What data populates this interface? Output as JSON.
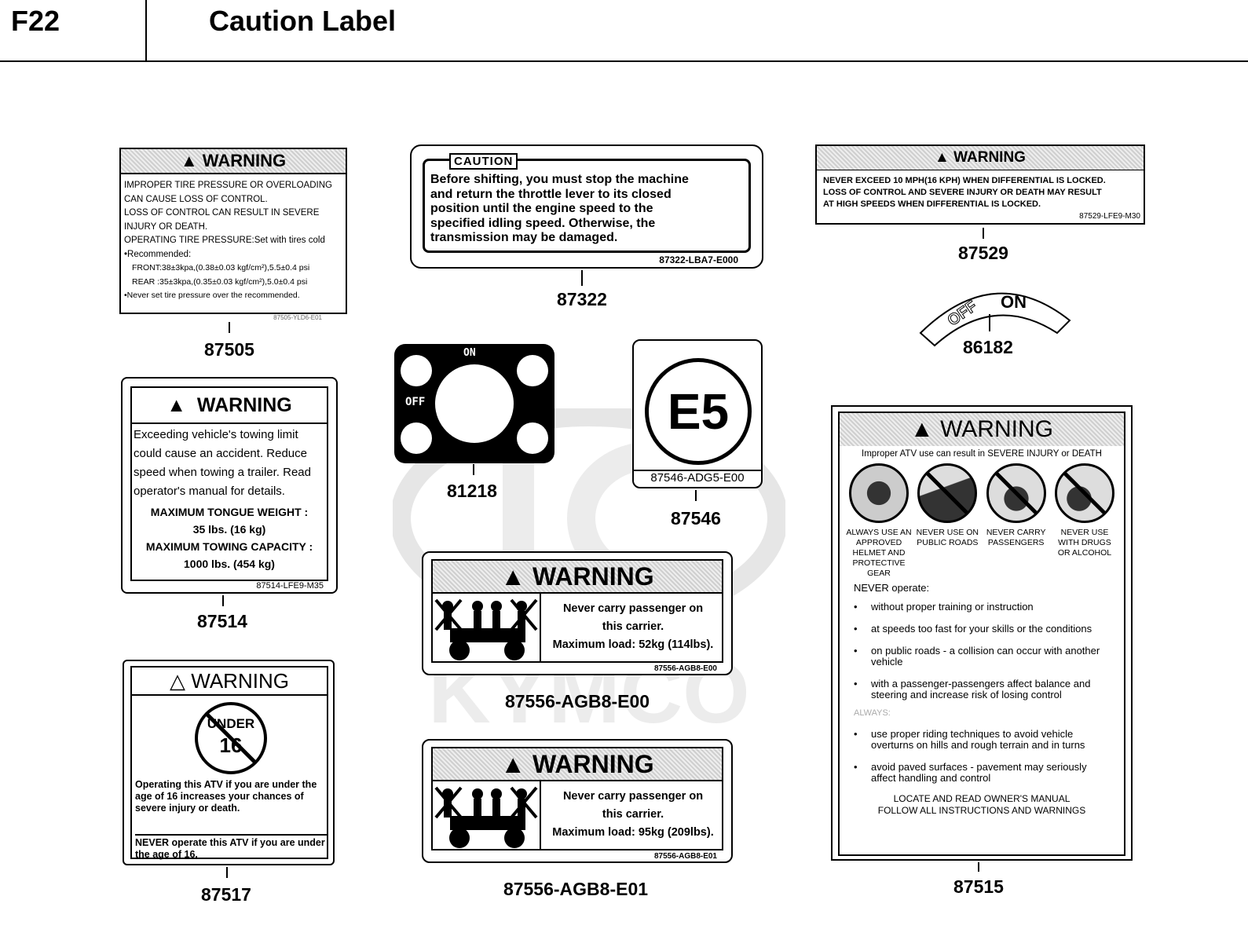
{
  "header": {
    "code": "F22",
    "title": "Caution Label"
  },
  "watermark": {
    "brand": "KYMCO"
  },
  "labels": {
    "l87505": {
      "part": "87505",
      "heading": "WARNING",
      "lines": [
        "IMPROPER TIRE PRESSURE OR OVERLOADING",
        "CAN CAUSE LOSS OF CONTROL.",
        "LOSS OF CONTROL CAN RESULT IN SEVERE",
        "INJURY OR DEATH.",
        "OPERATING TIRE PRESSURE:Set with tires cold",
        "•Recommended:",
        "FRONT:38±3kpa,(0.38±0.03 kgf/cm²),5.5±0.4 psi",
        "REAR :35±3kpa,(0.35±0.03 kgf/cm²),5.0±0.4 psi",
        "•Never set tire pressure over the recommended."
      ],
      "code": "87505-YLD6-E01"
    },
    "l87322": {
      "part": "87322",
      "heading": "CAUTION",
      "lines": [
        "Before shifting, you must stop the machine",
        "and return the throttle lever to its closed",
        "position until the engine speed to the",
        "specified idling speed. Otherwise, the",
        "transmission may be damaged."
      ],
      "code": "87322-LBA7-E000"
    },
    "l87529": {
      "part": "87529",
      "heading": "WARNING",
      "lines": [
        "NEVER EXCEED 10 MPH(16 KPH) WHEN DIFFERENTIAL IS LOCKED.",
        "LOSS OF CONTROL AND SEVERE INJURY OR DEATH MAY RESULT",
        "AT HIGH SPEEDS WHEN DIFFERENTIAL IS LOCKED."
      ],
      "code": "87529-LFE9-M30"
    },
    "l86182": {
      "part": "86182",
      "off": "OFF",
      "on": "ON"
    },
    "l81218": {
      "part": "81218",
      "on": "ON",
      "off": "OFF"
    },
    "l87546": {
      "part": "87546",
      "mark": "E5",
      "code": "87546-ADG5-E00"
    },
    "l87514": {
      "part": "87514",
      "heading": "WARNING",
      "lines": [
        "Exceeding vehicle's towing limit",
        "could cause an accident. Reduce",
        "speed when towing a trailer. Read",
        "operator's manual for details."
      ],
      "tongue_label": "MAXIMUM TONGUE WEIGHT :",
      "tongue_value": "35 lbs. (16 kg)",
      "towing_label": "MAXIMUM TOWING CAPACITY :",
      "towing_value": "1000 lbs. (454 kg)",
      "code": "87514-LFE9-M35"
    },
    "l87556e00": {
      "part": "87556-AGB8-E00",
      "heading": "WARNING",
      "line1": "Never carry passenger on",
      "line2": "this carrier.",
      "line3": "Maximum load: 52kg (114lbs).",
      "code": "87556-AGB8-E00"
    },
    "l87556e01": {
      "part": "87556-AGB8-E01",
      "heading": "WARNING",
      "line1": "Never carry passenger on",
      "line2": "this carrier.",
      "line3": "Maximum load: 95kg (209lbs).",
      "code": "87556-AGB8-E01"
    },
    "l87517": {
      "part": "87517",
      "heading": "WARNING",
      "badge_top": "UNDER",
      "badge_num": "16",
      "para1": "Operating this ATV if you are under the age of 16 increases your chances of severe injury or death.",
      "para2": "NEVER operate this ATV if you are under the age of 16."
    },
    "l87515": {
      "part": "87515",
      "heading": "WARNING",
      "sub": "Improper ATV use can result in SEVERE INJURY or DEATH",
      "icons": [
        "ALWAYS USE AN APPROVED HELMET AND PROTECTIVE GEAR",
        "NEVER USE ON PUBLIC ROADS",
        "NEVER CARRY PASSENGERS",
        "NEVER USE WITH DRUGS OR ALCOHOL"
      ],
      "never_title": "NEVER operate:",
      "never_items": [
        "without proper training or instruction",
        "at speeds too fast for your skills or the conditions",
        "on public roads - a collision can occur with another vehicle",
        "with a passenger-passengers affect balance and steering and increase risk of losing control"
      ],
      "always_title": "ALWAYS:",
      "always_items": [
        "use proper riding techniques to avoid vehicle overturns on hills and rough terrain and in turns",
        "avoid paved surfaces - pavement may seriously affect handling and control"
      ],
      "footer1": "LOCATE AND READ OWNER'S MANUAL",
      "footer2": "FOLLOW ALL INSTRUCTIONS AND WARNINGS"
    }
  }
}
